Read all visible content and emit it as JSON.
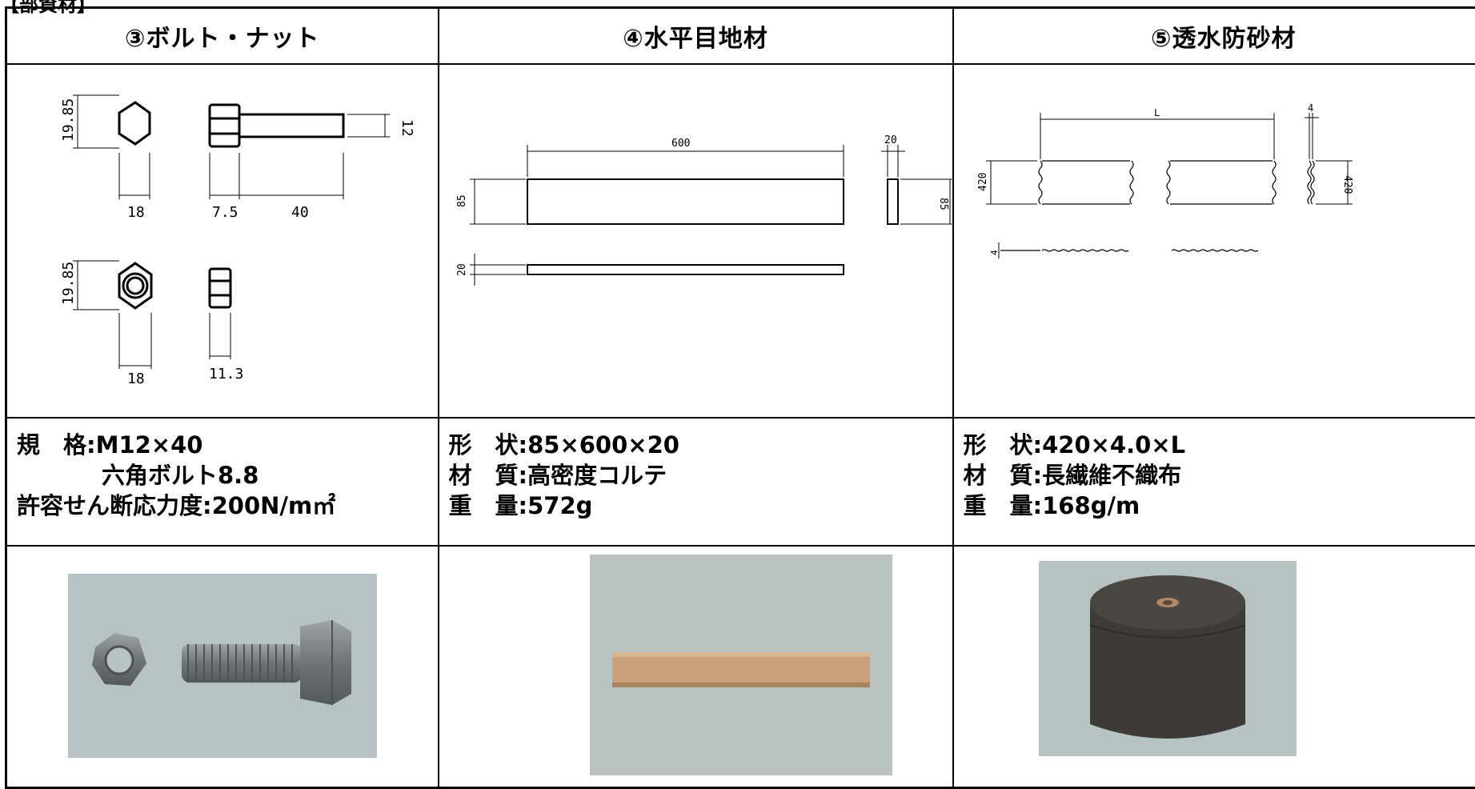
{
  "caption": "【部資材】",
  "columns": [
    {
      "header": "③ボルト・ナット",
      "dims": {
        "bolt_head_h": "19.85",
        "bolt_head_w": "18",
        "bolt_len_head": "7.5",
        "bolt_len": "40",
        "bolt_dia": "12",
        "nut_h": "19.85",
        "nut_w": "18",
        "nut_thk": "11.3"
      },
      "spec": [
        {
          "text": "規　格:M12×40",
          "indent": false
        },
        {
          "text": "六角ボルト8.8",
          "indent": true
        },
        {
          "text": "許容せん断応力度:200N/m㎡",
          "indent": false
        }
      ],
      "photo_icon": "bolt-nut-photo"
    },
    {
      "header": "④水平目地材",
      "dims": {
        "length": "600",
        "height": "85",
        "thickness": "20",
        "side_height": "85",
        "side_thickness": "20"
      },
      "spec": [
        {
          "text": "形　状:85×600×20",
          "indent": false
        },
        {
          "text": "材　質:高密度コルテ",
          "indent": false
        },
        {
          "text": "重　量:572g",
          "indent": false
        }
      ],
      "photo_icon": "joint-material-photo"
    },
    {
      "header": "⑤透水防砂材",
      "dims": {
        "length": "L",
        "height": "420",
        "thickness": "4",
        "side_height": "420",
        "bottom_thk": "4"
      },
      "spec": [
        {
          "text": "形　状:420×4.0×L",
          "indent": false
        },
        {
          "text": "材　質:長繊維不織布",
          "indent": false
        },
        {
          "text": "重　量:168g/m",
          "indent": false
        }
      ],
      "photo_icon": "nonwoven-roll-photo"
    }
  ]
}
